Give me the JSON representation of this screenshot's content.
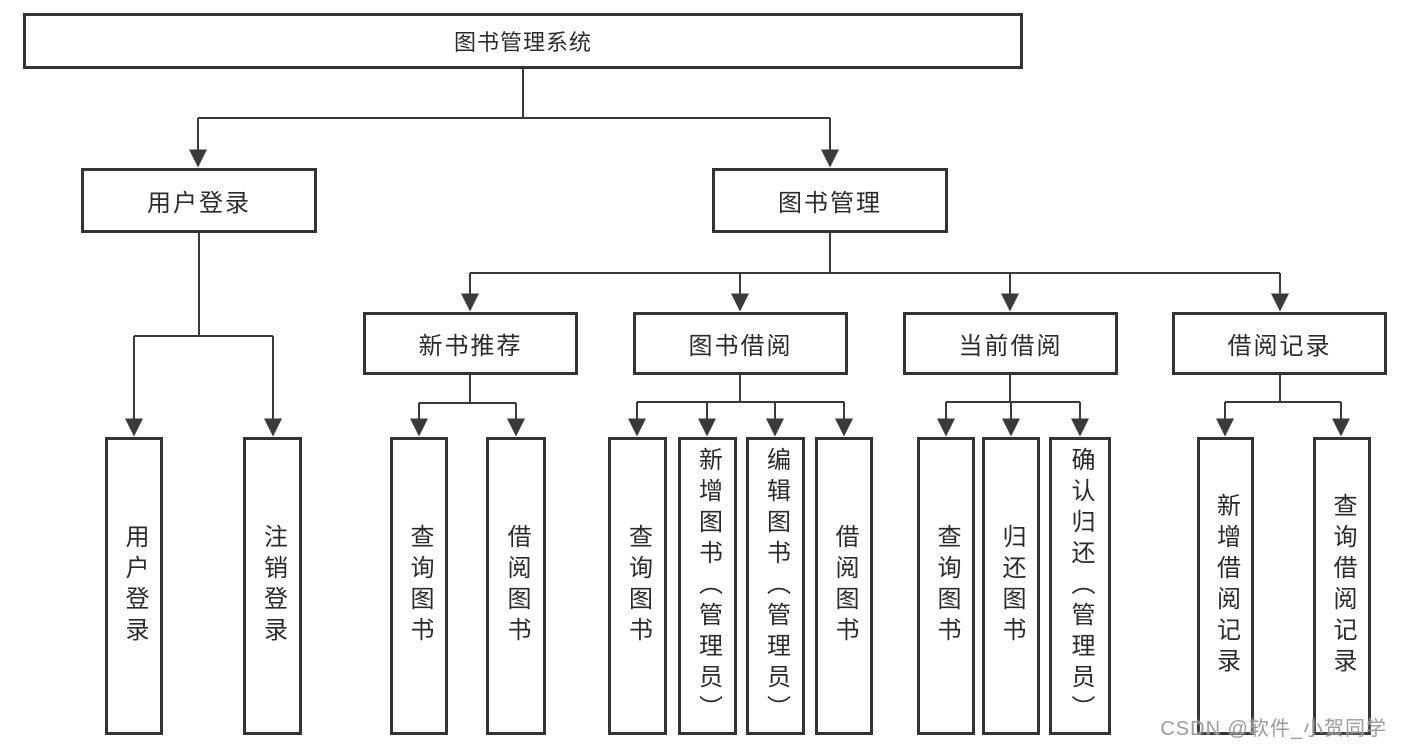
{
  "diagram": {
    "root": "图书管理系统",
    "branches": [
      {
        "label": "用户登录",
        "children": [
          "用户登录",
          "注销登录"
        ]
      },
      {
        "label": "图书管理",
        "children": [
          {
            "label": "新书推荐",
            "children": [
              "查询图书",
              "借阅图书"
            ]
          },
          {
            "label": "图书借阅",
            "children": [
              "查询图书",
              "新增图书（管理员）",
              "编辑图书（管理员）",
              "借阅图书"
            ]
          },
          {
            "label": "当前借阅",
            "children": [
              "查询图书",
              "归还图书",
              "确认归还（管理员）"
            ]
          },
          {
            "label": "借阅记录",
            "children": [
              "新增借阅记录",
              "查询借阅记录"
            ]
          }
        ]
      }
    ]
  },
  "watermark": "CSDN @软件_小贺同学",
  "colors": {
    "line": "#3a3a3a",
    "box_border": "#333333",
    "box_fill": "#ffffff",
    "text": "#2b2b2b",
    "watermark": "#969696"
  }
}
